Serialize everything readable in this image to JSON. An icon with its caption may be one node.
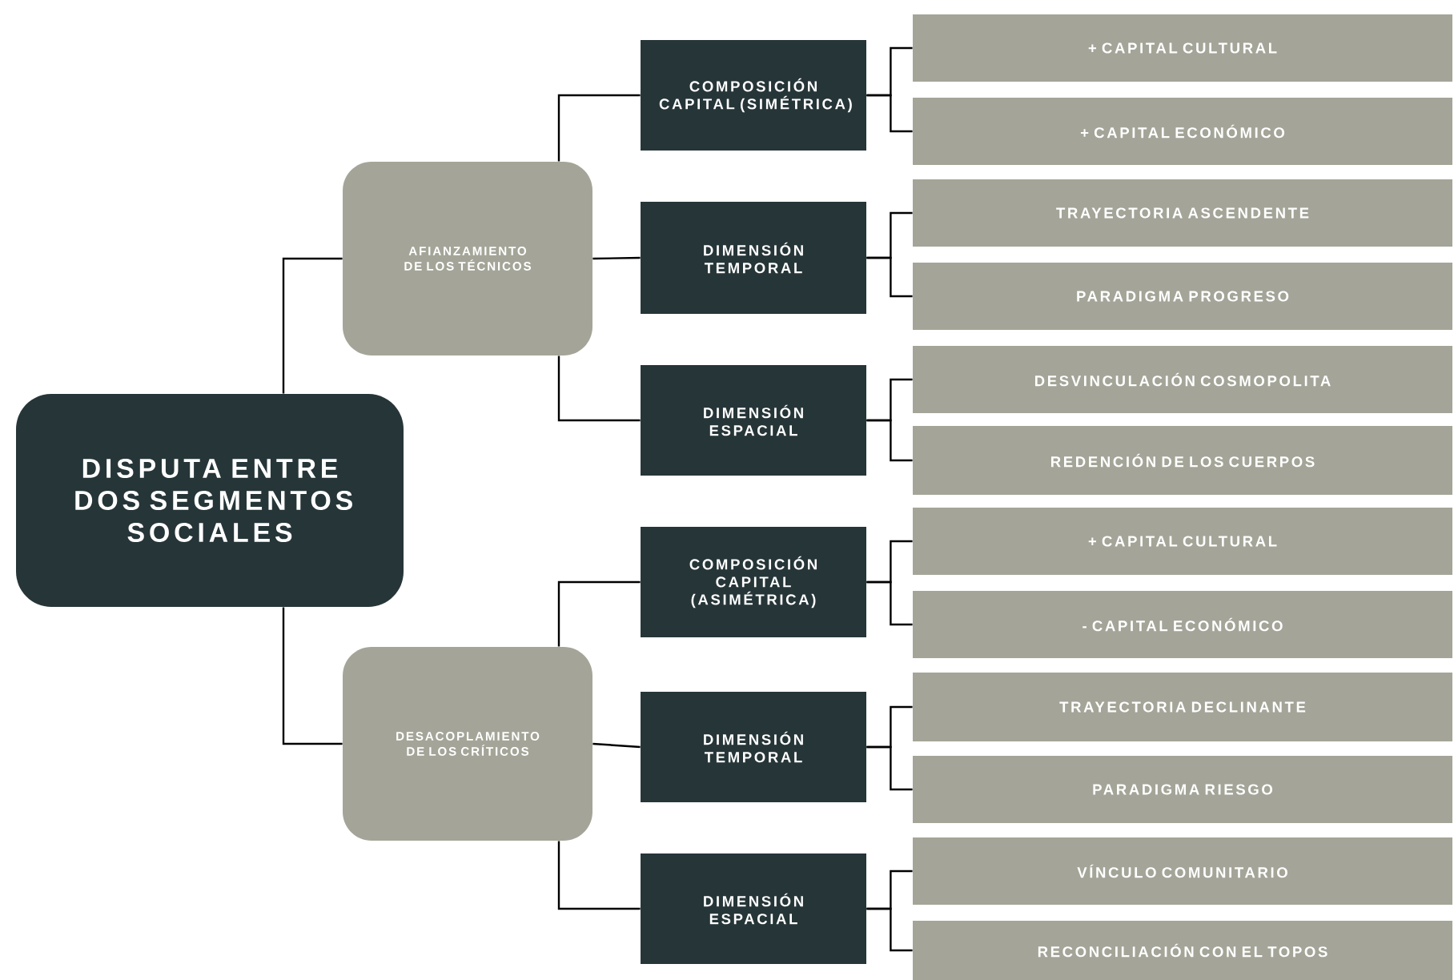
{
  "diagram": {
    "nodes": [
      {
        "text": [
          "DISPUTA ENTRE DOS SEGMENTOS SOCIALES"
        ]
      },
      {
        "text": [
          "AFIANZAMIENTO DE LOS TÉCNICOS"
        ]
      },
      {
        "text": [
          "COMPOSICIÓN CAPITAL (SIMÉTRICA)"
        ]
      },
      {
        "text": [
          "+ CAPITAL CULTURAL"
        ]
      },
      {
        "text": [
          "+ CAPITAL ECONÓMICO"
        ]
      },
      {
        "text": [
          "DIMENSIÓN TEMPORAL"
        ]
      },
      {
        "text": [
          "TRAYECTORIA ASCENDENTE"
        ]
      },
      {
        "text": [
          "PARADIGMA PROGRESO"
        ]
      },
      {
        "text": [
          "DIMENSIÓN ESPACIAL"
        ]
      },
      {
        "text": [
          "DESVINCULACIÓN COSMOPOLITA"
        ]
      },
      {
        "text": [
          "REDENCIÓN DE LOS CUERPOS"
        ]
      },
      {
        "text": [
          "DESACOPLAMIENTO DE LOS CRÍTICOS"
        ]
      },
      {
        "text": [
          "COMPOSICIÓN CAPITAL (ASIMÉTRICA)"
        ]
      },
      {
        "text": [
          "+ CAPITAL CULTURAL"
        ]
      },
      {
        "text": [
          "- CAPITAL ECONÓMICO"
        ]
      },
      {
        "text": [
          "DIMENSIÓN TEMPORAL"
        ]
      },
      {
        "text": [
          "TRAYECTORIA DECLINANTE"
        ]
      },
      {
        "text": [
          "PARADIGMA RIESGO"
        ]
      },
      {
        "text": [
          "DIMENSIÓN ESPACIAL"
        ]
      },
      {
        "text": [
          "VÍNCULO COMUNITARIO"
        ]
      },
      {
        "text": [
          "RECONCILIACIÓN CON EL TOPOS"
        ]
      }
    ],
    "edges": [
      {
        "from": 0,
        "to": 1,
        "arrow": "none"
      },
      {
        "from": 1,
        "to": 2,
        "arrow": "none"
      },
      {
        "from": 2,
        "to": 3,
        "arrow": "none"
      },
      {
        "from": 2,
        "to": 4,
        "arrow": "none"
      },
      {
        "from": 1,
        "to": 5,
        "arrow": "none"
      },
      {
        "from": 5,
        "to": 6,
        "arrow": "none"
      },
      {
        "from": 5,
        "to": 7,
        "arrow": "none"
      },
      {
        "from": 1,
        "to": 8,
        "arrow": "none"
      },
      {
        "from": 8,
        "to": 9,
        "arrow": "none"
      },
      {
        "from": 8,
        "to": 10,
        "arrow": "none"
      },
      {
        "from": 0,
        "to": 11,
        "arrow": "none"
      },
      {
        "from": 11,
        "to": 12,
        "arrow": "none"
      },
      {
        "from": 12,
        "to": 13,
        "arrow": "none"
      },
      {
        "from": 12,
        "to": 14,
        "arrow": "none"
      },
      {
        "from": 11,
        "to": 15,
        "arrow": "none"
      },
      {
        "from": 15,
        "to": 16,
        "arrow": "none"
      },
      {
        "from": 15,
        "to": 17,
        "arrow": "none"
      },
      {
        "from": 11,
        "to": 18,
        "arrow": "none"
      },
      {
        "from": 18,
        "to": 19,
        "arrow": "none"
      },
      {
        "from": 18,
        "to": 20,
        "arrow": "none"
      }
    ]
  }
}
